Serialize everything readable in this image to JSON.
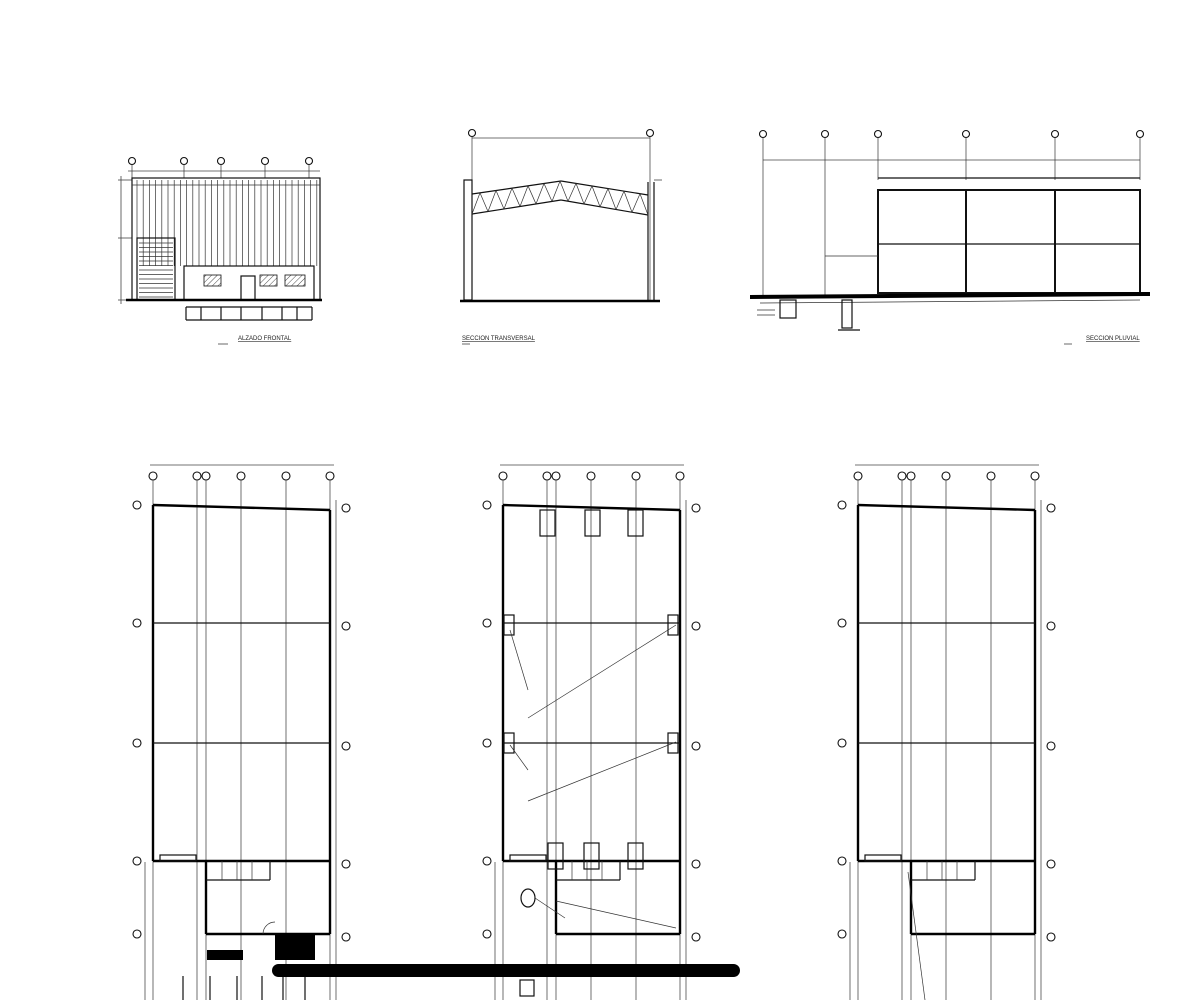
{
  "sheet": {
    "drawings": [
      {
        "id": "alzado-frontal",
        "label": "ALZADO FRONTAL"
      },
      {
        "id": "seccion-transversal",
        "label": "SECCION TRANSVERSAL"
      },
      {
        "id": "seccion-pluvial",
        "label": "SECCION PLUVIAL"
      },
      {
        "id": "planta-1",
        "label": ""
      },
      {
        "id": "planta-2",
        "label": ""
      },
      {
        "id": "planta-3",
        "label": ""
      }
    ]
  },
  "scrollbar": {
    "visible": true
  }
}
